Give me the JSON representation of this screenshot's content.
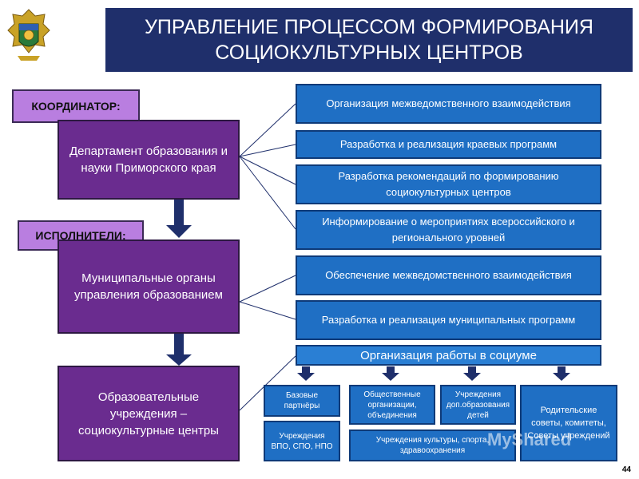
{
  "title": {
    "line1": "УПРАВЛЕНИЕ ПРОЦЕССОМ ФОРМИРОВАНИЯ",
    "line2": "СОЦИОКУЛЬТУРНЫХ ЦЕНТРОВ"
  },
  "labels": {
    "coordinator": "КООРДИНАТОР:",
    "executors": "ИСПОЛНИТЕЛИ:"
  },
  "left_boxes": {
    "department": "Департамент образования и науки Приморского края",
    "municipal": "Муниципальные органы управления образованием",
    "institutions": "Образовательные учреждения – социокультурные центры"
  },
  "right_boxes": [
    "Организация межведомственного взаимодействия",
    "Разработка и реализация краевых программ",
    "Разработка рекомендаций по формированию социокультурных центров",
    "Информирование  о мероприятиях всероссийского и регионального уровней",
    "Обеспечение  межведомственного взаимодействия",
    "Разработка и реализация  муниципальных программ"
  ],
  "society_header": "Организация работы в социуме",
  "society_items": {
    "base_partners": "Базовые партнёры",
    "public_orgs": "Общественные организации, объединения",
    "extra_edu": "Учреждения доп.образования детей",
    "parent_councils": "Родительские советы, комитеты, Советы учреждений",
    "vpo": "Учреждения ВПО, СПО, НПО",
    "culture_sport": "Учреждения культуры, спорта, здравоохранения"
  },
  "page_number": "44",
  "watermark": "MyShared",
  "colors": {
    "title_bg": "#1f2f6b",
    "left_box": "#6a2c8f",
    "right_box": "#1f6fc4",
    "role_label": "#b97ee0",
    "arrow": "#1f2f6b"
  }
}
